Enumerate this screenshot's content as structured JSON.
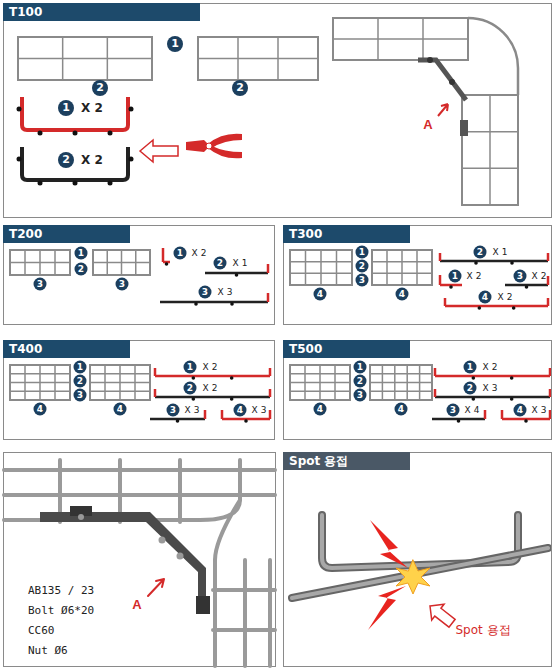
{
  "diagram": {
    "nodes": [
      {
        "text": [
          "T100"
        ]
      },
      {
        "text": [
          "T200"
        ]
      },
      {
        "text": [
          "T300"
        ]
      },
      {
        "text": [
          "T400"
        ]
      },
      {
        "text": [
          "T500"
        ]
      },
      {
        "text": [
          "Spot 용접"
        ]
      }
    ],
    "labels": [
      "1",
      "2",
      "2",
      "1",
      "X 2",
      "2",
      "X 2",
      "A",
      "1",
      "2",
      "3",
      "3",
      "1",
      "X 2",
      "2",
      "X 1",
      "3",
      "X 3",
      "1",
      "2",
      "3",
      "4",
      "4",
      "2",
      "X 1",
      "1",
      "X 2",
      "3",
      "X 2",
      "4",
      "X 2",
      "1",
      "2",
      "3",
      "4",
      "4",
      "1",
      "X 2",
      "2",
      "X 2",
      "3",
      "X 3",
      "4",
      "X 3",
      "1",
      "2",
      "3",
      "4",
      "4",
      "1",
      "X 2",
      "2",
      "X 3",
      "3",
      "X 4",
      "4",
      "X 3",
      "A",
      "AB135 / 23",
      "Bolt Ø6*20",
      "CC60",
      "Nut Ø6",
      "Spot 용접"
    ]
  }
}
